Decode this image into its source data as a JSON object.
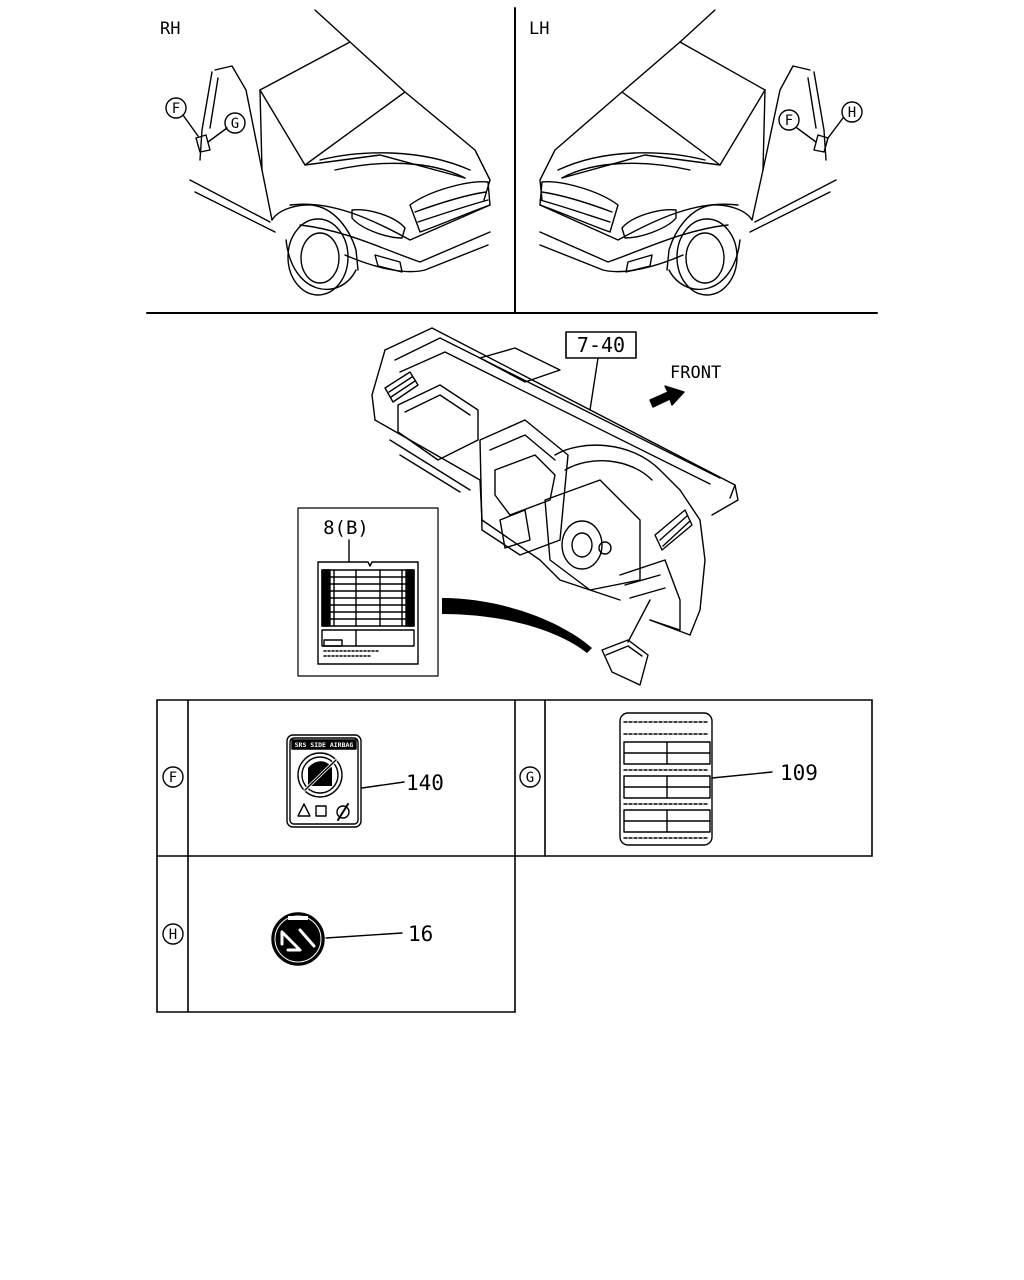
{
  "views": {
    "rh_label": "RH",
    "lh_label": "LH"
  },
  "callouts": {
    "rh_f": "F",
    "rh_g": "G",
    "lh_f": "F",
    "lh_h": "H"
  },
  "ref_box": "7-40",
  "front_label": "FRONT",
  "inset": {
    "label": "8(B)"
  },
  "detail_table": {
    "rows": [
      {
        "key": "F",
        "part": "140"
      },
      {
        "key": "G",
        "part": "109"
      },
      {
        "key": "H",
        "part": "16"
      }
    ]
  },
  "airbag_label": {
    "header": "SRS SIDE AIRBAG"
  },
  "colors": {
    "line": "#000000",
    "background": "#ffffff"
  }
}
